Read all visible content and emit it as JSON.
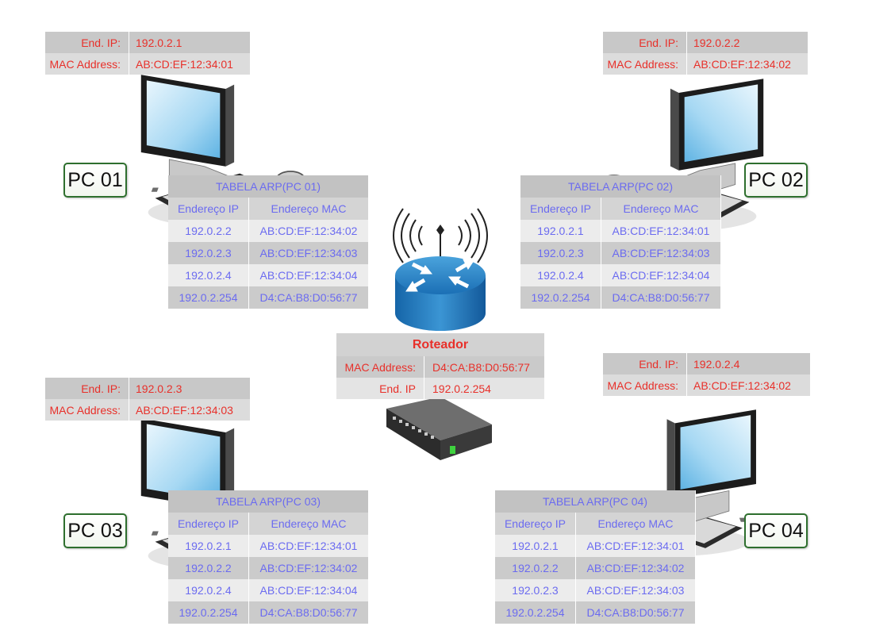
{
  "pcs": [
    {
      "label": "PC 01",
      "ip_key": "End. IP:",
      "ip": "192.0.2.1",
      "mac_key": "MAC Address:",
      "mac": "AB:CD:EF:12:34:01",
      "arp": {
        "title": "TABELA ARP(PC 01)",
        "col_ip": "Endereço IP",
        "col_mac": "Endereço MAC",
        "rows": [
          [
            "192.0.2.2",
            "AB:CD:EF:12:34:02"
          ],
          [
            "192.0.2.3",
            "AB:CD:EF:12:34:03"
          ],
          [
            "192.0.2.4",
            "AB:CD:EF:12:34:04"
          ],
          [
            "192.0.2.254",
            "D4:CA:B8:D0:56:77"
          ]
        ]
      }
    },
    {
      "label": "PC 02",
      "ip_key": "End. IP:",
      "ip": "192.0.2.2",
      "mac_key": "MAC Address:",
      "mac": "AB:CD:EF:12:34:02",
      "arp": {
        "title": "TABELA ARP(PC 02)",
        "col_ip": "Endereço IP",
        "col_mac": "Endereço MAC",
        "rows": [
          [
            "192.0.2.1",
            "AB:CD:EF:12:34:01"
          ],
          [
            "192.0.2.3",
            "AB:CD:EF:12:34:03"
          ],
          [
            "192.0.2.4",
            "AB:CD:EF:12:34:04"
          ],
          [
            "192.0.2.254",
            "D4:CA:B8:D0:56:77"
          ]
        ]
      }
    },
    {
      "label": "PC 03",
      "ip_key": "End. IP:",
      "ip": "192.0.2.3",
      "mac_key": "MAC Address:",
      "mac": "AB:CD:EF:12:34:03",
      "arp": {
        "title": "TABELA ARP(PC 03)",
        "col_ip": "Endereço IP",
        "col_mac": "Endereço MAC",
        "rows": [
          [
            "192.0.2.1",
            "AB:CD:EF:12:34:01"
          ],
          [
            "192.0.2.2",
            "AB:CD:EF:12:34:02"
          ],
          [
            "192.0.2.4",
            "AB:CD:EF:12:34:04"
          ],
          [
            "192.0.2.254",
            "D4:CA:B8:D0:56:77"
          ]
        ]
      }
    },
    {
      "label": "PC 04",
      "ip_key": "End. IP:",
      "ip": "192.0.2.4",
      "mac_key": "MAC Address:",
      "mac": "AB:CD:EF:12:34:02",
      "arp": {
        "title": "TABELA ARP(PC 04)",
        "col_ip": "Endereço IP",
        "col_mac": "Endereço MAC",
        "rows": [
          [
            "192.0.2.1",
            "AB:CD:EF:12:34:01"
          ],
          [
            "192.0.2.2",
            "AB:CD:EF:12:34:02"
          ],
          [
            "192.0.2.3",
            "AB:CD:EF:12:34:03"
          ],
          [
            "192.0.2.254",
            "D4:CA:B8:D0:56:77"
          ]
        ]
      }
    }
  ],
  "router": {
    "title": "Roteador",
    "mac_key": "MAC Address:",
    "mac": "D4:CA:B8:D0:56:77",
    "ip_key": "End. IP",
    "ip": "192.0.2.254"
  },
  "icons": {
    "computer": "desktop-computer-icon",
    "router": "wireless-router-icon",
    "switch": "network-switch-icon"
  },
  "colors": {
    "info_text": "#e8302a",
    "arp_text": "#6b6bf0",
    "label_border": "#2e6f2e",
    "router_blue": "#1f78c1"
  }
}
